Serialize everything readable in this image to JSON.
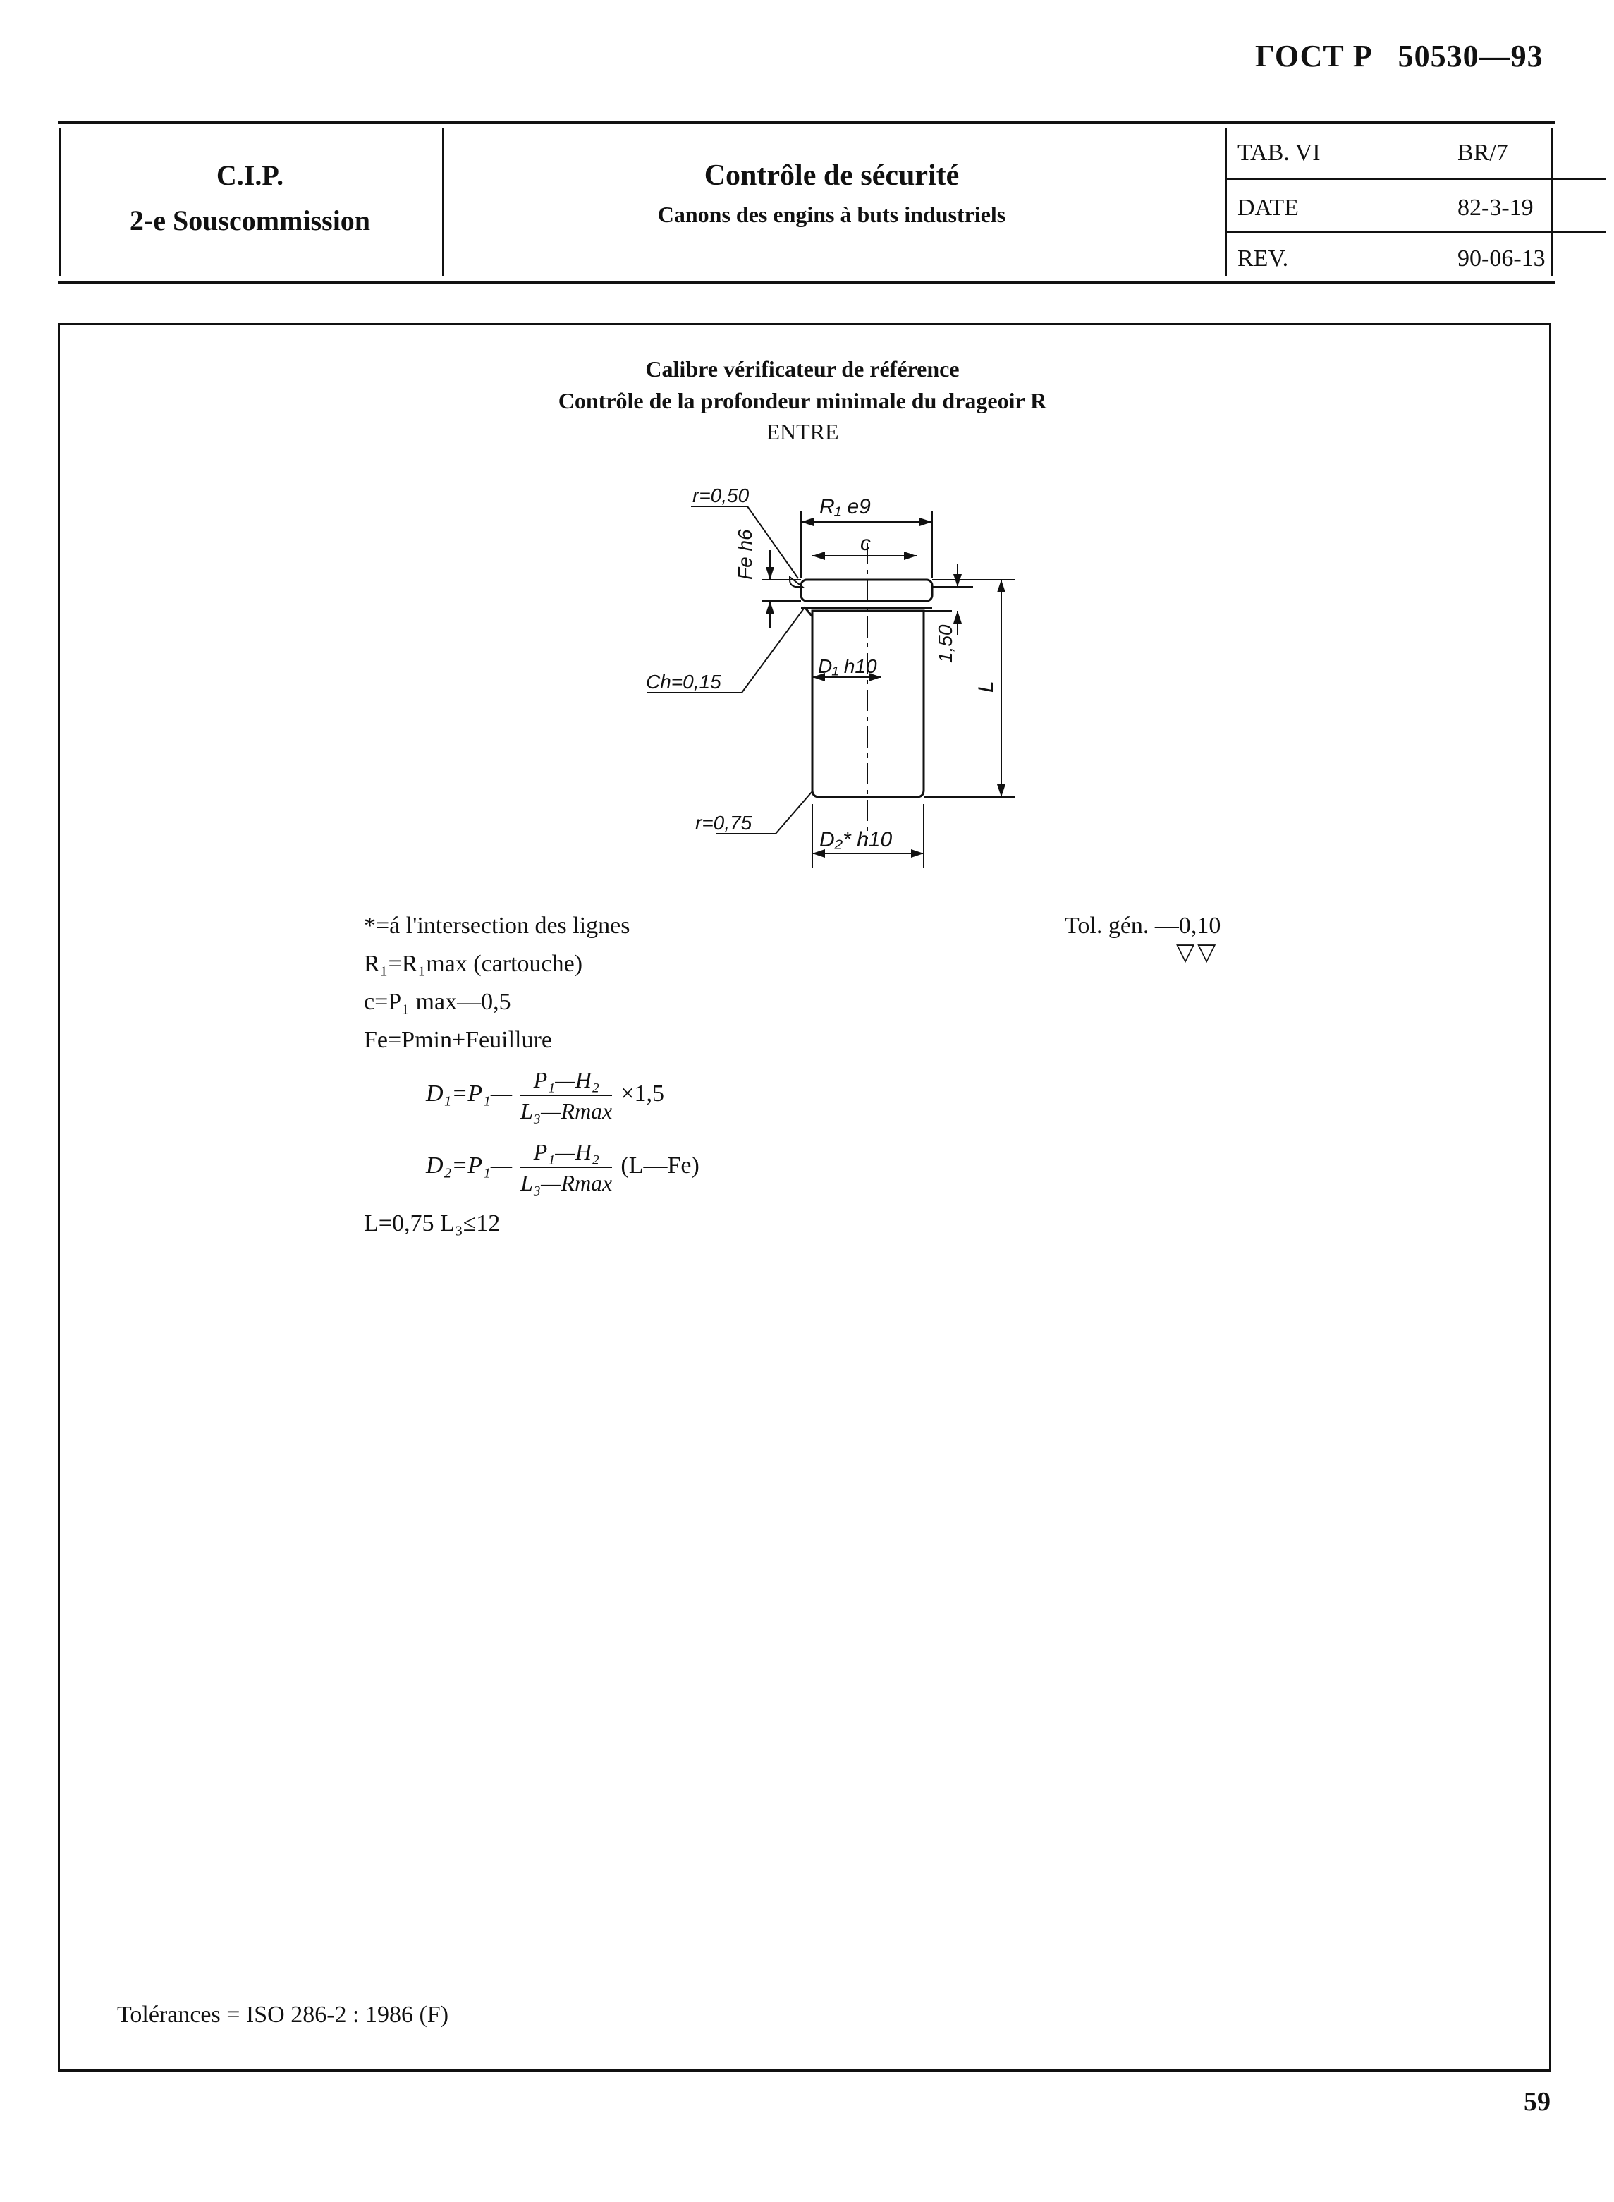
{
  "page": {
    "standard": "ГОСТ Р   50530—93",
    "page_number": "59"
  },
  "header": {
    "org_line1": "C.I.P.",
    "org_line2": "2-e Souscommission",
    "title": "Contrôle de sécurité",
    "subtitle": "Canons des engins à buts industriels",
    "meta": [
      {
        "key": "TAB. VI",
        "value": "BR/7"
      },
      {
        "key": "DATE",
        "value": "82-3-19"
      },
      {
        "key": "REV.",
        "value": "90-06-13"
      }
    ]
  },
  "drawing": {
    "title_line1": "Calibre vérificateur de référence",
    "title_line2": "Contrôle de la profondeur minimale du drageoir R",
    "title_line3": "ENTRE",
    "labels": {
      "r_top": "r=0,50",
      "r1": "R₁ e9",
      "c": "c",
      "fe": "Fe h6",
      "d1": "D₁ h10",
      "dim_150": "1,50",
      "l": "L",
      "ch": "Ch=0,15",
      "r_bot": "r=0,75",
      "d2": "D₂* h10"
    }
  },
  "notes": {
    "n1": "*=á l'intersection des lignes",
    "n2": "R₁=R₁max (cartouche)",
    "n3": "c=P₁ max—0,5",
    "n4": "Fe=Pmin+Feuillure",
    "f1_lhs": "D₁=P₁—",
    "f1_num": "P₁—H₂",
    "f1_den": "L₃—Rmax",
    "f1_rhs": "×1,5",
    "f2_lhs": "D₂=P₁—",
    "f2_num": "P₁—H₂",
    "f2_den": "L₃—Rmax",
    "f2_rhs": "(L—Fe)",
    "n5": "L=0,75 L₃≤12",
    "tolerance": "Tol. gén. —0,10",
    "finish_symbols": "▽▽",
    "iso": "Tolérances = ISO 286-2 : 1986 (F)"
  }
}
